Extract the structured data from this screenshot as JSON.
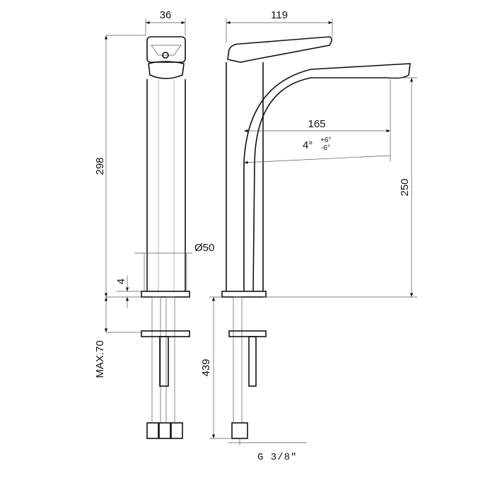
{
  "drawing": {
    "dimensions": {
      "width_side": "36",
      "handle_length": "119",
      "total_height": "298",
      "spout_reach": "165",
      "angle": "4°",
      "angle_tol_plus": "+6°",
      "angle_tol_minus": "-6°",
      "spout_height": "250",
      "base_diameter": "Ø50",
      "plate_thickness": "4",
      "max_deck": "MAX.70",
      "hose_length": "439",
      "thread": "G 3/8\""
    }
  }
}
